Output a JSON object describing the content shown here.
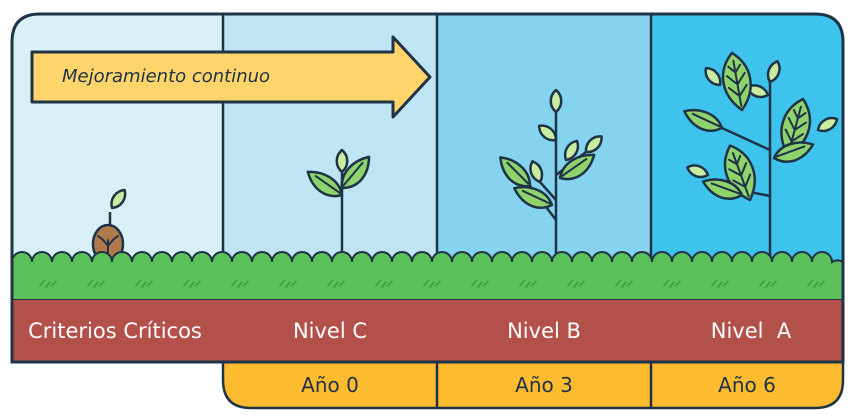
{
  "arrow": {
    "label": "Mejoramiento continuo"
  },
  "columns": [
    {
      "label": "Criterios Críticos",
      "year": "",
      "bg": "#d7eff5"
    },
    {
      "label": "Nivel C",
      "year": "Año 0",
      "bg": "#bfe4f3"
    },
    {
      "label": "Nivel B",
      "year": "Año 3",
      "bg": "#85d3ee"
    },
    {
      "label": "Nivel  A",
      "year": "Año 6",
      "bg": "#3ec4ec"
    }
  ],
  "colors": {
    "outline": "#1f3347",
    "arrow_fill": "#ffd46a",
    "grass": "#5bbf5a",
    "soil_band": "#b3504a",
    "year_band": "#fdbb30",
    "leaf": "#8fd36d",
    "seed": "#b07a4a"
  },
  "icons": [
    "seed-icon",
    "sprout-icon",
    "young-plant-icon",
    "mature-plant-icon",
    "grass-icon",
    "arrow-icon"
  ]
}
